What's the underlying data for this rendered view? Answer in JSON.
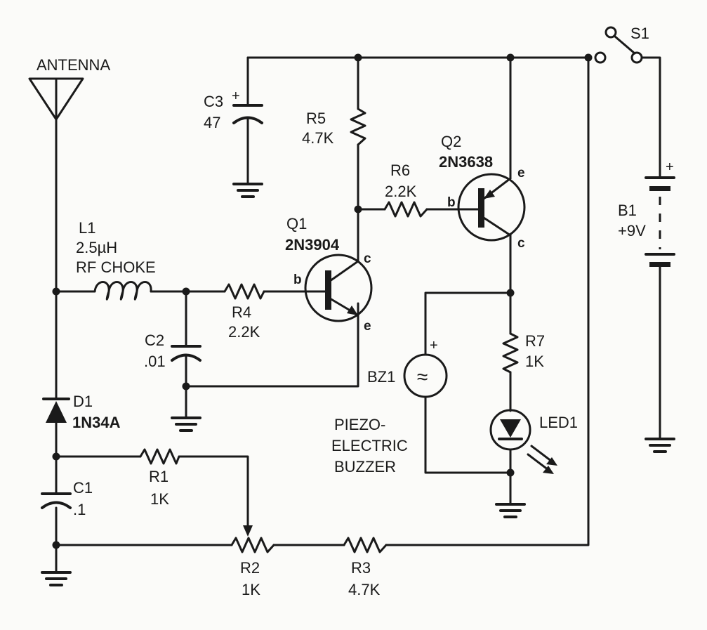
{
  "labels": {
    "antenna": "ANTENNA",
    "s1": "S1",
    "c3_name": "C3",
    "c3_value": "47",
    "r5_name": "R5",
    "r5_value": "4.7K",
    "q2_name": "Q2",
    "q2_part": "2N3638",
    "r6_name": "R6",
    "r6_value": "2.2K",
    "b1_name": "B1",
    "b1_value": "+9V",
    "l1_name": "L1",
    "l1_value": "2.5µH",
    "l1_type": "RF CHOKE",
    "q1_name": "Q1",
    "q1_part": "2N3904",
    "r4_name": "R4",
    "r4_value": "2.2K",
    "c2_name": "C2",
    "c2_value": ".01",
    "r7_name": "R7",
    "r7_value": "1K",
    "bz1_name": "BZ1",
    "d1_name": "D1",
    "d1_part": "1N34A",
    "led1_name": "LED1",
    "buzzer_line1": "PIEZO-",
    "buzzer_line2": "ELECTRIC",
    "buzzer_line3": "BUZZER",
    "c1_name": "C1",
    "c1_value": ".1",
    "r1_name": "R1",
    "r1_value": "1K",
    "r2_name": "R2",
    "r2_value": "1K",
    "r3_name": "R3",
    "r3_value": "4.7K",
    "pin_b": "b",
    "pin_c": "c",
    "pin_e": "e",
    "plus": "+",
    "buzzer_symbol": "≈"
  }
}
